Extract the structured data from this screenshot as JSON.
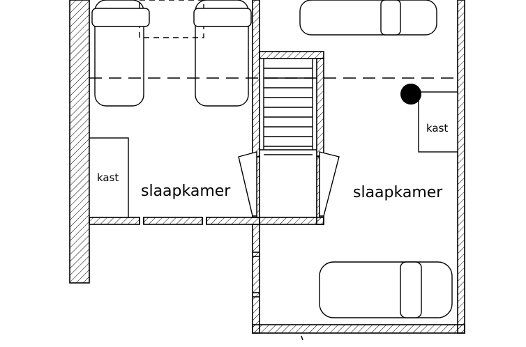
{
  "rooms": {
    "left_label": "slaapkamer",
    "right_label": "slaapkamer"
  },
  "cabinets": {
    "left_label": "kast",
    "right_label": "kast"
  },
  "colors": {
    "line": "#000000",
    "hatch": "#000000",
    "background": "#ffffff"
  }
}
